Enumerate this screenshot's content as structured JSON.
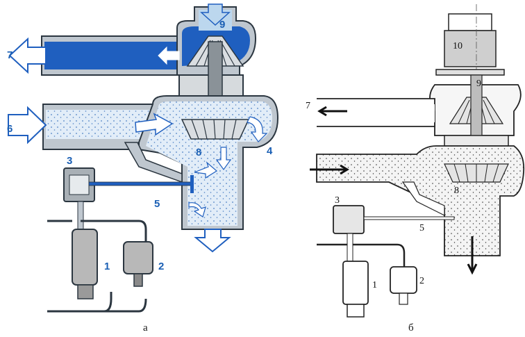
{
  "colors": {
    "blue_flow": "#1f5fbf",
    "light_flow": "#e6eff9",
    "air_fill": "#dce9f6",
    "dot": "#4b7fc4",
    "housing": "#bfc7cf",
    "outline": "#2b3640",
    "actuator": "#b8b8b8",
    "label_blue": "#1a5fb4"
  },
  "diagram_a": {
    "caption": "а",
    "labels": {
      "l1": "1",
      "l2": "2",
      "l3": "3",
      "l4": "4",
      "l5": "5",
      "l6": "6",
      "l7": "7",
      "l8": "8",
      "l9": "9"
    }
  },
  "diagram_b": {
    "caption": "б",
    "labels": {
      "l1": "1",
      "l2": "2",
      "l3": "3",
      "l5": "5",
      "l7": "7",
      "l8": "8",
      "l9": "9",
      "l10": "10"
    }
  }
}
